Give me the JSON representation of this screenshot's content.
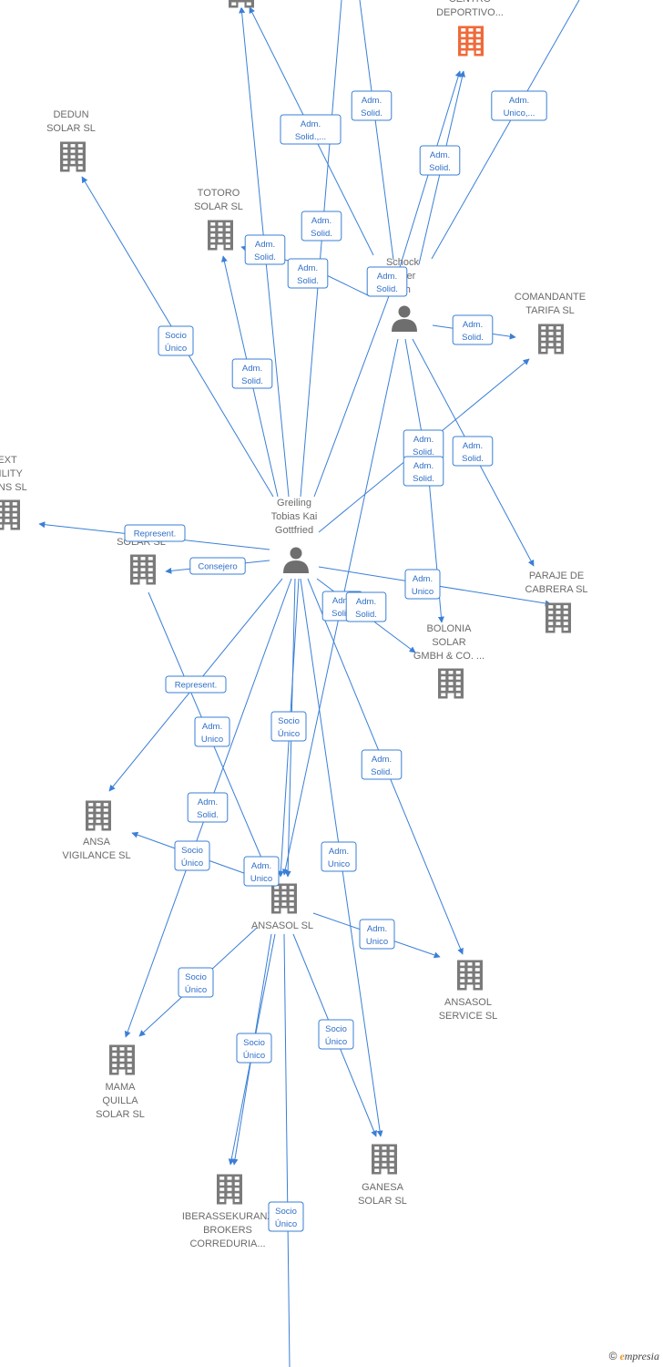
{
  "brand": {
    "copyright": "©",
    "initial": "e",
    "rest": "mpresia"
  },
  "colors": {
    "edge": "#3a7fd6",
    "building": "#7a7a7a",
    "highlight": "#ef6a3a",
    "person": "#6e6e6e"
  },
  "nodes": [
    {
      "id": "centro",
      "kind": "building-highlight",
      "lines": [
        "CENTRO",
        "DEPORTIVO..."
      ]
    },
    {
      "id": "top-left",
      "kind": "building",
      "lines": []
    },
    {
      "id": "dedun",
      "kind": "building",
      "lines": [
        "DEDUN",
        "SOLAR  SL"
      ]
    },
    {
      "id": "totoro",
      "kind": "building",
      "lines": [
        "TOTORO",
        "SOLAR  SL"
      ]
    },
    {
      "id": "schock",
      "kind": "person",
      "lines": [
        "Schock",
        "Oliver",
        "rich"
      ]
    },
    {
      "id": "comandante",
      "kind": "building",
      "lines": [
        "COMANDANTE",
        "TARIFA  SL"
      ]
    },
    {
      "id": "next",
      "kind": "building",
      "lines": [
        "EXT",
        "BILITY",
        "IONS  SL"
      ]
    },
    {
      "id": "greiling",
      "kind": "person",
      "lines": [
        "Greiling",
        "Tobias Kai",
        "Gottfried"
      ]
    },
    {
      "id": "solarsl",
      "kind": "building",
      "lines": [
        "SOLAR  SL"
      ]
    },
    {
      "id": "paraje",
      "kind": "building",
      "lines": [
        "PARAJE DE",
        "CABRERA SL"
      ]
    },
    {
      "id": "bolonia",
      "kind": "building",
      "lines": [
        "BOLONIA",
        "SOLAR",
        "GMBH & CO. ..."
      ]
    },
    {
      "id": "ansavig",
      "kind": "building",
      "lines": [
        "ANSA",
        "VIGILANCE  SL"
      ]
    },
    {
      "id": "ansasol",
      "kind": "building",
      "lines": [
        "ANSASOL SL"
      ]
    },
    {
      "id": "ansaserv",
      "kind": "building",
      "lines": [
        "ANSASOL",
        "SERVICE  SL"
      ]
    },
    {
      "id": "mama",
      "kind": "building",
      "lines": [
        "MAMA",
        "QUILLA",
        "SOLAR  SL"
      ]
    },
    {
      "id": "ganesa",
      "kind": "building",
      "lines": [
        "GANESA",
        "SOLAR  SL"
      ]
    },
    {
      "id": "iberas",
      "kind": "building",
      "lines": [
        "IBERASSEKURANZ",
        "BROKERS",
        "CORREDURIA..."
      ]
    }
  ],
  "edge_labels": [
    [
      "Adm.",
      "Solid."
    ],
    [
      "Adm.",
      "Solid.,..."
    ],
    [
      "Adm.",
      "Unico,..."
    ],
    [
      "Adm.",
      "Solid."
    ],
    [
      "Adm.",
      "Solid."
    ],
    [
      "Adm.",
      "Solid."
    ],
    [
      "Adm.",
      "Solid."
    ],
    [
      "Adm.",
      "Solid."
    ],
    [
      "Adm.",
      "Solid."
    ],
    [
      "Socio",
      "Único"
    ],
    [
      "Adm.",
      "Solid."
    ],
    [
      "Adm.",
      "Solid."
    ],
    [
      "Adm.",
      "Solid."
    ],
    [
      "Adm.",
      "Solid."
    ],
    [
      "Represent."
    ],
    [
      "Consejero"
    ],
    [
      "Adm.",
      "Unico"
    ],
    [
      "Adm.",
      "Solid."
    ],
    [
      "Adm.",
      "Solid."
    ],
    [
      "Represent."
    ],
    [
      "Adm.",
      "Unico"
    ],
    [
      "Socio",
      "Único"
    ],
    [
      "Adm.",
      "Solid."
    ],
    [
      "Adm.",
      "Solid."
    ],
    [
      "Adm.",
      "Unico"
    ],
    [
      "Socio",
      "Único"
    ],
    [
      "Adm.",
      "Unico"
    ],
    [
      "Adm.",
      "Unico"
    ],
    [
      "Socio",
      "Único"
    ],
    [
      "Socio",
      "Único"
    ],
    [
      "Socio",
      "Único"
    ],
    [
      "Socio",
      "Único"
    ],
    [
      "Socio",
      "Único"
    ]
  ]
}
